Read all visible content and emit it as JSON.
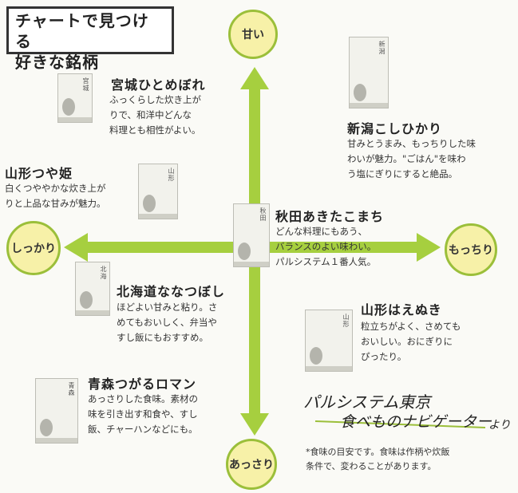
{
  "title": {
    "line1": "チャートで見つける",
    "line2": "好きな銘柄"
  },
  "axes": {
    "top": "甘い",
    "bottom": "あっさり",
    "left": "しっかり",
    "right": "もっちり"
  },
  "brands": [
    {
      "name": "宮城ひとめぼれ",
      "desc": [
        "ふっくらした炊き上が",
        "りで、和洋中どんな",
        "料理とも相性がよい。"
      ]
    },
    {
      "name": "新潟こしひかり",
      "desc": [
        "甘みとうまみ、もっちりした味",
        "わいが魅力。\"ごはん\"を味わ",
        "う塩にぎりにすると絶品。"
      ]
    },
    {
      "name": "山形つや姫",
      "desc": [
        "白くつややかな炊き上が",
        "りと上品な甘みが魅力。"
      ]
    },
    {
      "name": "秋田あきたこまち",
      "desc": [
        "どんな料理にもあう、",
        "バランスのよい味わい。",
        "パルシステム１番人気。"
      ]
    },
    {
      "name": "北海道ななつぼし",
      "desc": [
        "ほどよい甘みと粘り。さ",
        "めてもおいしく、弁当や",
        "すし飯にもおすすめ。"
      ]
    },
    {
      "name": "山形はえぬき",
      "desc": [
        "粒立ちがよく、さめても",
        "おいしい。おにぎりに",
        "ぴったり。"
      ]
    },
    {
      "name": "青森つがるロマン",
      "desc": [
        "あっさりした食味。素材の",
        "味を引き出す和食や、すし",
        "飯、チャーハンなどにも。"
      ]
    }
  ],
  "package_labels": [
    "宮城",
    "新潟",
    "山形",
    "秋田",
    "北海",
    "山形",
    "青森"
  ],
  "handwriting": {
    "line1": "パルシステム東京",
    "line2": "食べものナビゲーター",
    "suffix": "より"
  },
  "note": {
    "line1": "*食味の目安です。食味は作柄や炊飯",
    "line2": "条件で、変わることがあります。"
  },
  "colors": {
    "arrow": "#a6cf3f",
    "circle_fill": "#f7f1a8",
    "circle_border": "#9bbf3a"
  }
}
